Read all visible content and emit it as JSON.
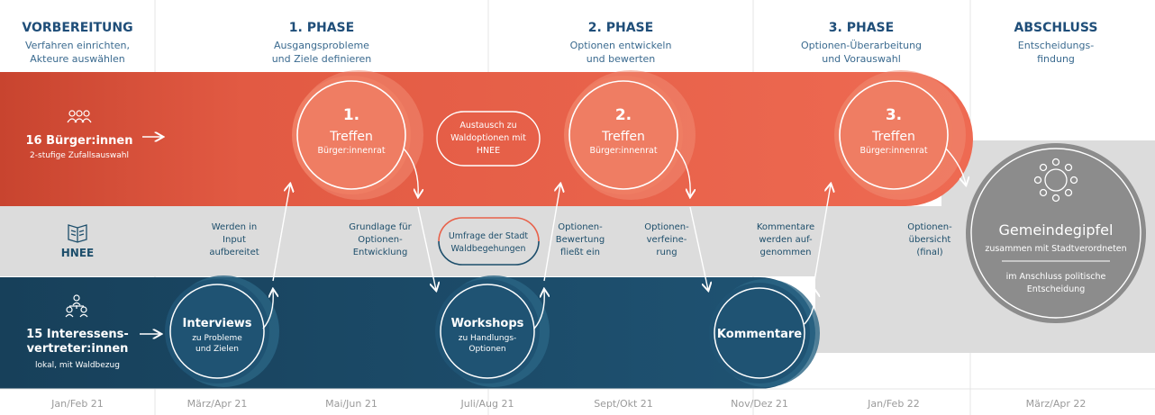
{
  "phases": [
    {
      "title": "VORBEREITUNG",
      "sub1": "Verfahren einrichten,",
      "sub2": "Akteure auswählen"
    },
    {
      "title": "1. PHASE",
      "sub1": "Ausgangsprobleme",
      "sub2": "und Ziele definieren"
    },
    {
      "title": "2. PHASE",
      "sub1": "Optionen entwickeln",
      "sub2": "und bewerten"
    },
    {
      "title": "3. PHASE",
      "sub1": "Optionen-Überarbeitung",
      "sub2": "und Vorauswahl"
    },
    {
      "title": "ABSCHLUSS",
      "sub1": "Entscheidungs-",
      "sub2": "findung"
    }
  ],
  "actors": {
    "buerger": {
      "title": "16 Bürger:innen",
      "sub": "2-stufige Zufallsauswahl"
    },
    "hnee": {
      "title": "HNEE"
    },
    "interessen": {
      "title1": "15 Interessens-",
      "title2": "vertreter:innen",
      "sub": "lokal, mit Waldbezug"
    }
  },
  "meetings": [
    {
      "num": "1.",
      "title": "Treffen",
      "sub": "Bürger:innenrat"
    },
    {
      "num": "2.",
      "title": "Treffen",
      "sub": "Bürger:innenrat"
    },
    {
      "num": "3.",
      "title": "Treffen",
      "sub": "Bürger:innenrat"
    }
  ],
  "bottom_circles": {
    "interviews": {
      "title": "Interviews",
      "sub1": "zu Probleme",
      "sub2": "und Zielen"
    },
    "workshops": {
      "title": "Workshops",
      "sub1": "zu Handlungs-",
      "sub2": "Optionen"
    },
    "kommentare": {
      "title": "Kommentare"
    }
  },
  "pills": {
    "austausch": {
      "l1": "Austausch zu",
      "l2": "Waldoptionen mit",
      "l3": "HNEE"
    },
    "umfrage": {
      "l1": "Umfrage der Stadt",
      "l2": "Waldbegehungen"
    }
  },
  "flow_labels": {
    "input": {
      "l1": "Werden in",
      "l2": "Input",
      "l3": "aufbereitet"
    },
    "grundlage": {
      "l1": "Grundlage für",
      "l2": "Optionen-",
      "l3": "Entwicklung"
    },
    "bewertung": {
      "l1": "Optionen-",
      "l2": "Bewertung",
      "l3": "fließt ein"
    },
    "verfeinerung": {
      "l1": "Optionen-",
      "l2": "verfeine-",
      "l3": "rung"
    },
    "kommentare": {
      "l1": "Kommentare",
      "l2": "werden auf-",
      "l3": "genommen"
    },
    "uebersicht": {
      "l1": "Optionen-",
      "l2": "übersicht",
      "l3": "(final)"
    }
  },
  "gipfel": {
    "title": "Gemeindegipfel",
    "sub": "zusammen mit Stadtverordneten",
    "note1": "im Anschluss politische",
    "note2": "Entscheidung"
  },
  "timeline": [
    "Jan/Feb 21",
    "März/Apr 21",
    "Mai/Jun 21",
    "Juli/Aug 21",
    "Sept/Okt 21",
    "Nov/Dez 21",
    "Jan/Feb 22",
    "März/Apr 22"
  ],
  "colors": {
    "orange": "#e8614a",
    "orange_dark": "#cc4a35",
    "orange_light": "#f07e67",
    "navy": "#1d4e6b",
    "navy_light": "#2a6584",
    "grey_band": "#dcdcdc",
    "grey_circle": "#8c8c8c",
    "title_blue": "#1f4e79"
  }
}
